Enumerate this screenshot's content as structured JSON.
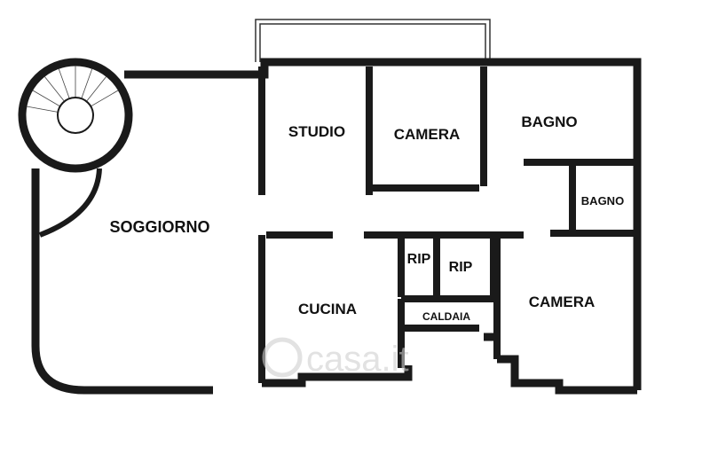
{
  "rooms": {
    "soggiorno": "SOGGIORNO",
    "studio": "STUDIO",
    "camera_top": "CAMERA",
    "bagno_top": "BAGNO",
    "bagno_small": "BAGNO",
    "rip_1": "RIP",
    "rip_2": "RIP",
    "cucina": "CUCINA",
    "caldaia": "CALDAIA",
    "camera_right": "CAMERA"
  },
  "watermark": {
    "text": "casa.it"
  },
  "colors": {
    "wall": "#1a1a1a",
    "background": "#ffffff",
    "watermark": "#cfcfcf"
  }
}
